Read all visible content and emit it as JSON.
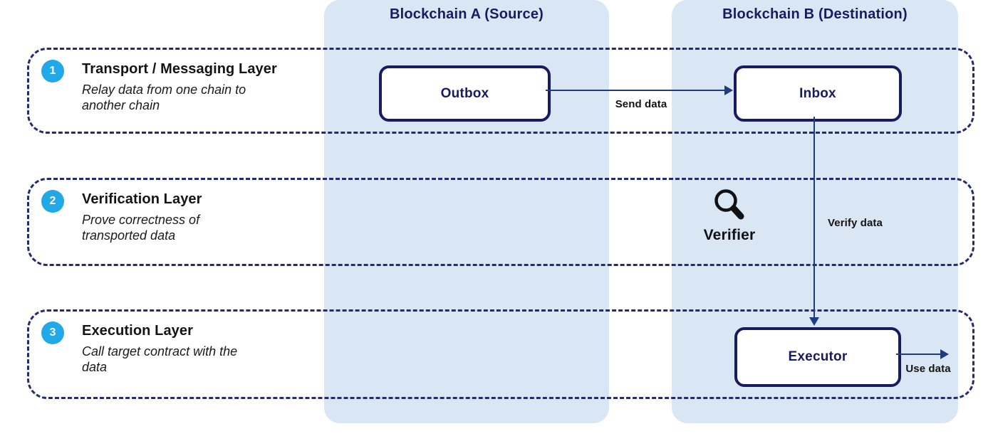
{
  "columns": [
    {
      "label": "Blockchain A (Source)"
    },
    {
      "label": "Blockchain B (Destination)"
    }
  ],
  "layers": [
    {
      "number": "1",
      "title": "Transport / Messaging Layer",
      "description": "Relay data from one chain to\nanother chain"
    },
    {
      "number": "2",
      "title": "Verification Layer",
      "description": "Prove correctness of\ntransported data"
    },
    {
      "number": "3",
      "title": "Execution Layer",
      "description": "Call target contract with the\ndata"
    }
  ],
  "nodes": {
    "outbox": {
      "label": "Outbox"
    },
    "inbox": {
      "label": "Inbox"
    },
    "executor": {
      "label": "Executor"
    },
    "verifier": {
      "label": "Verifier",
      "icon": "magnifier-icon"
    }
  },
  "edges": {
    "send": {
      "label": "Send data"
    },
    "verify": {
      "label": "Verify data"
    },
    "use": {
      "label": "Use data"
    }
  },
  "colors": {
    "column_bg": "#D9E6F4",
    "navy": "#171C60",
    "dashed_border": "#252C6E",
    "arrow": "#1E3C7E",
    "badge": "#21A8E6",
    "text_black": "#141414"
  }
}
